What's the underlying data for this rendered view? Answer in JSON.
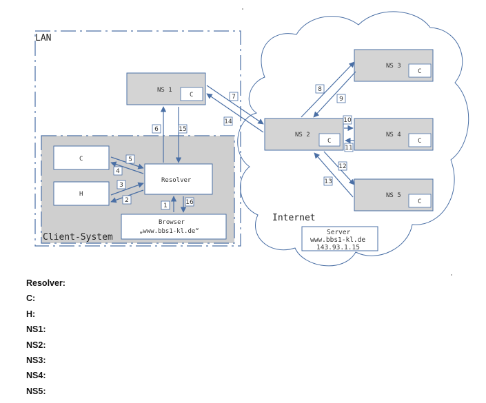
{
  "colors": {
    "line": "#4a6fa5",
    "box_fill": "#d4d4d4",
    "client_fill": "#cfcfcf",
    "white": "#ffffff"
  },
  "diagram": {
    "lan_label": "LAN",
    "client_system_label": "Client-System",
    "internet_label": "Internet",
    "nodes": {
      "ns1": "NS 1",
      "ns2": "NS 2",
      "ns3": "NS 3",
      "ns4": "NS 4",
      "ns5": "NS 5",
      "c_box": "C",
      "h_box": "H",
      "resolver": "Resolver",
      "browser_line1": "Browser",
      "browser_line2": "„www.bbs1-kl.de“",
      "cache": "C"
    },
    "server": {
      "line1": "Server",
      "line2": "www.bbs1-kl.de",
      "line3": "143.93.1.15"
    },
    "steps": [
      "1",
      "2",
      "3",
      "4",
      "5",
      "6",
      "7",
      "8",
      "9",
      "10",
      "11",
      "12",
      "13",
      "14",
      "15",
      "16"
    ]
  },
  "legend": {
    "items": [
      "Resolver:",
      "C:",
      "H:",
      "NS1:",
      "NS2:",
      "NS3:",
      "NS4:",
      "NS5:"
    ]
  }
}
